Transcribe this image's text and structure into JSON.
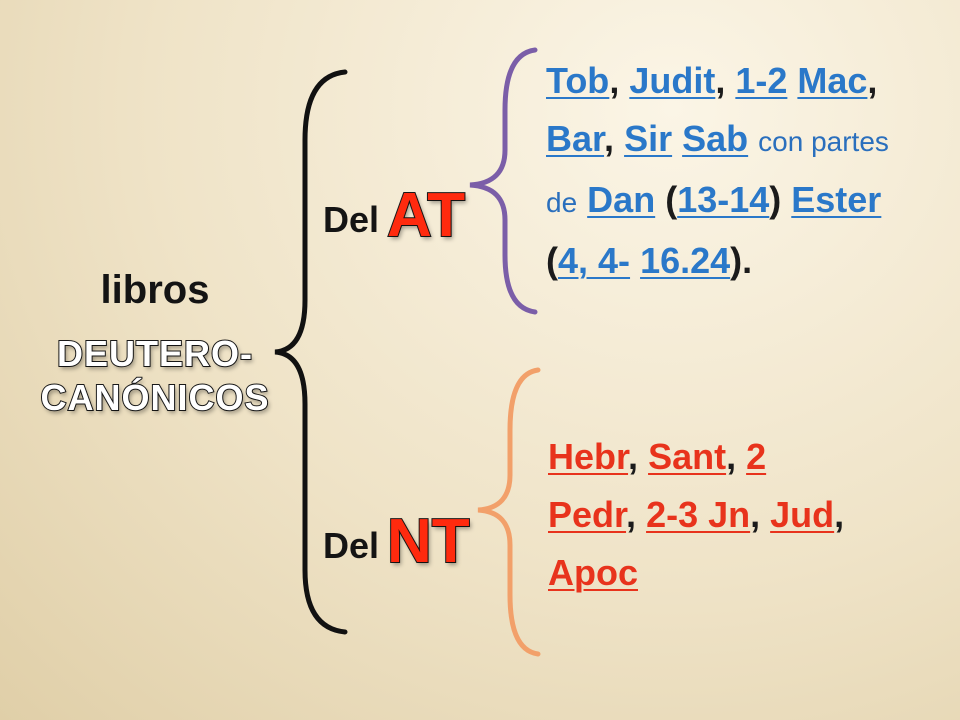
{
  "root": {
    "line1": "libros",
    "line2": "DEUTERO-",
    "line3": "CANÓNICOS"
  },
  "at": {
    "del": "Del",
    "code": "AT",
    "links": [
      "Tob",
      "Judit",
      "1-2",
      "Mac",
      "Bar",
      "Sir",
      "Sab",
      "Dan",
      "13-14",
      "Ester",
      "4, 4-",
      "16.24"
    ],
    "text": {
      "con_partes": "con partes  de"
    }
  },
  "nt": {
    "del": "Del",
    "code": "NT",
    "links": [
      "Hebr",
      "Sant",
      "2",
      "Pedr",
      "2-3 Jn",
      "Jud",
      "Apoc"
    ]
  },
  "colors": {
    "at_link": "#2a78c9",
    "nt_link": "#e8331c",
    "at_brace": "#7b5ea8",
    "nt_brace": "#f2a06a",
    "main_brace": "#111111",
    "code": "#ff2a0e"
  }
}
